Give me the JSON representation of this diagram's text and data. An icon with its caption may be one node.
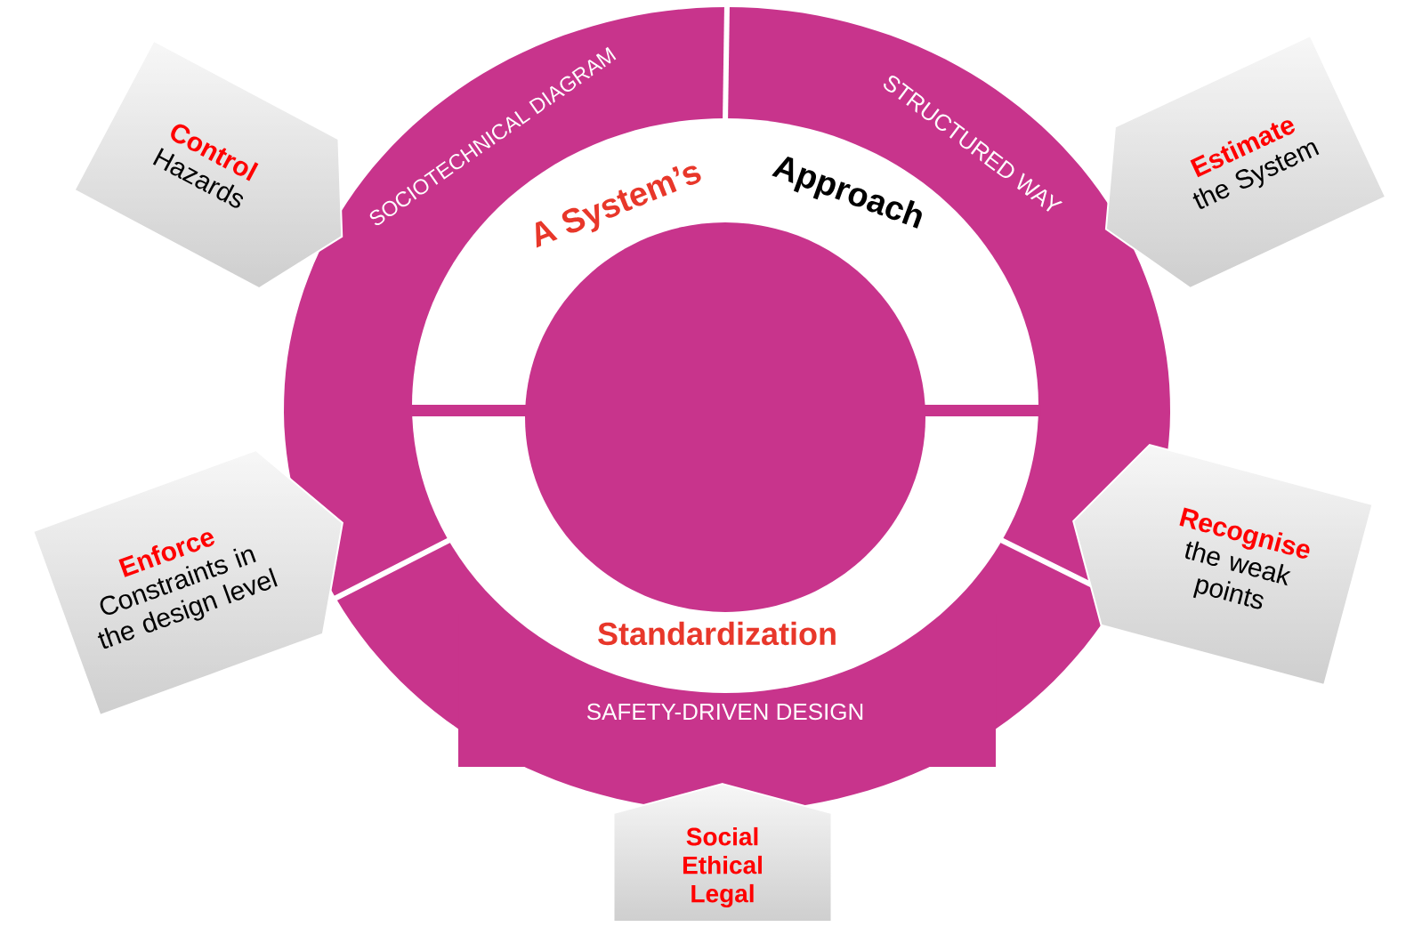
{
  "diagram": {
    "nodes": [
      {
        "text": [
          "SOCIOTECHNICAL DIAGRAM"
        ]
      },
      {
        "text": [
          "STRUCTURED WAY"
        ]
      },
      {
        "text": [
          "SAFETY-DRIVEN DESIGN"
        ]
      },
      {
        "text": [
          "A System’s",
          "Approach"
        ]
      },
      {
        "text": [
          "Standardization"
        ]
      },
      {
        "text": [],
        "shape": "circle"
      },
      {
        "text": [
          "Control",
          "Hazards"
        ]
      },
      {
        "text": [
          "Estimate",
          "the System"
        ]
      },
      {
        "text": [
          "Enforce",
          "Constraints in the design level"
        ]
      },
      {
        "text": [
          "Recognise",
          "the weak points"
        ]
      },
      {
        "text": [
          "Social",
          "Ethical",
          "Legal"
        ]
      }
    ]
  }
}
